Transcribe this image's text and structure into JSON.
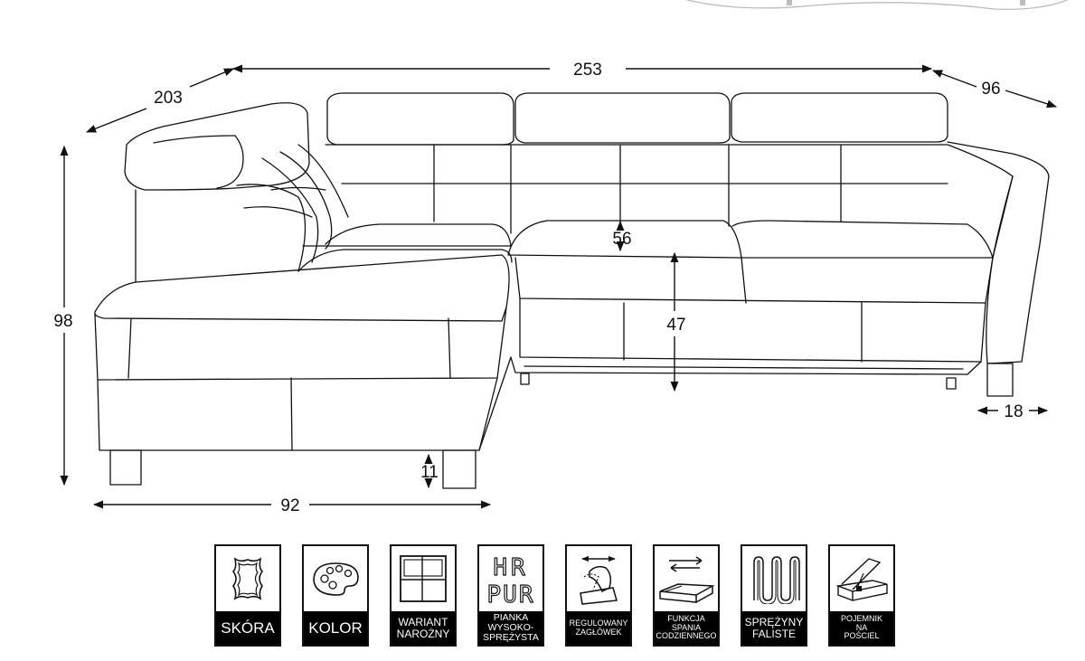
{
  "dimensions": {
    "width_back": "253",
    "depth_left": "203",
    "depth_right": "96",
    "height": "98",
    "seat_height": "47",
    "seat_depth_step": "56",
    "leg_height": "11",
    "chaise_width": "92",
    "arm_width": "18"
  },
  "features": [
    {
      "label": "SKÓRA",
      "icon": "leather-hide-icon"
    },
    {
      "label": "KOLOR",
      "icon": "paint-palette-icon"
    },
    {
      "label": "WARIANT\nNAROŻNY",
      "icon": "corner-variant-icon"
    },
    {
      "label": "PIANKA\nWYSOKO-\nSPRĘŻYSTA",
      "icon": "hr-pur-foam-icon",
      "icon_text_top": "HR",
      "icon_text_bottom": "PUR"
    },
    {
      "label": "REGULOWANY\nZAGŁÓWEK",
      "icon": "adjustable-headrest-icon"
    },
    {
      "label": "FUNKCJA\nSPANIA\nCODZIENNEGO",
      "icon": "sleeping-function-icon"
    },
    {
      "label": "SPRĘŻYNY\nFALISTE",
      "icon": "wave-springs-icon"
    },
    {
      "label": "POJEMNIK\nNA\nPOŚCIEL",
      "icon": "bedding-container-icon"
    }
  ]
}
